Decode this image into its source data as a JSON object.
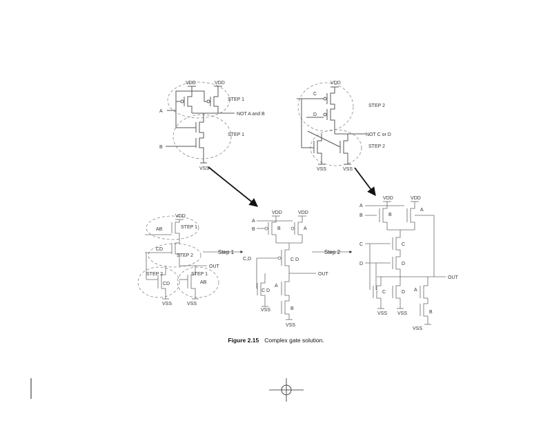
{
  "figure": {
    "number": "Figure 2.15",
    "title": "Complex gate solution."
  },
  "labels": {
    "vdd": "VDD",
    "vss": "VSS",
    "out": "OUT",
    "step1": "STEP 1",
    "step2": "STEP 2",
    "step1_arrow": "Step 1",
    "step2_arrow": "Step 2",
    "not_a_and_b": "NOT A and B",
    "not_c_or_d": "NOT C or D",
    "a": "A",
    "b": "B",
    "c": "C",
    "d": "D",
    "ab": "AB",
    "cd": "CD",
    "c_d": "C,D",
    "c_d_spaced": "C D"
  }
}
